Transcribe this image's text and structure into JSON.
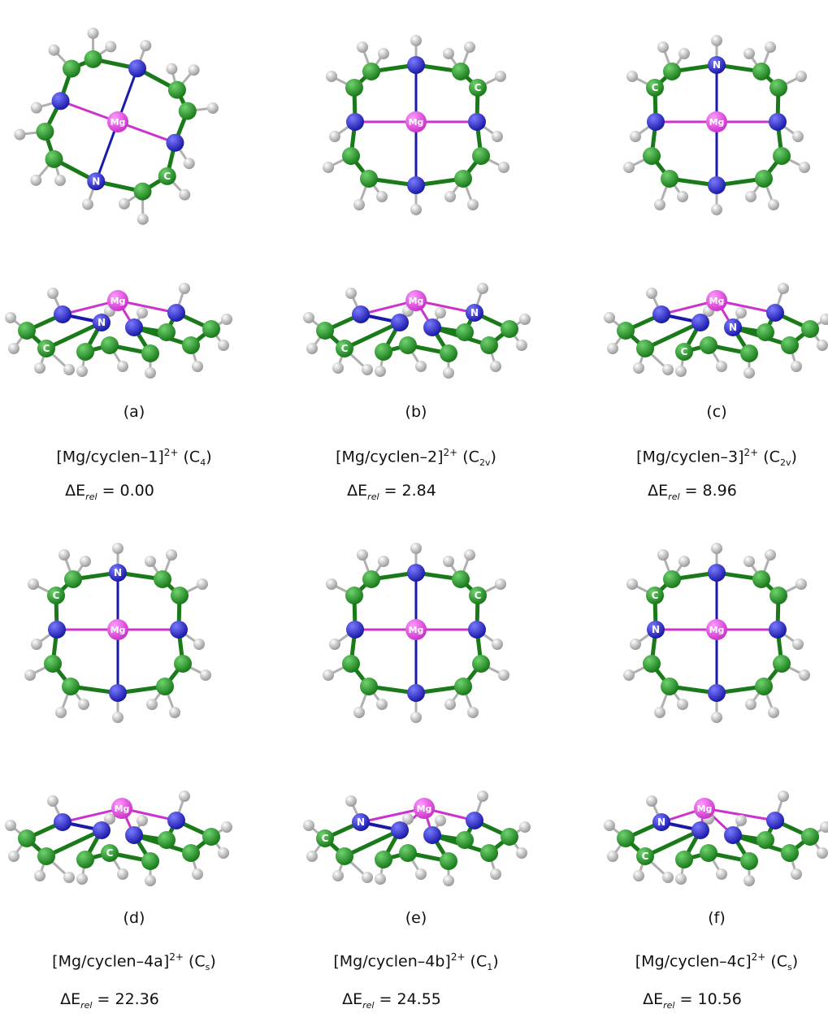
{
  "structures": [
    {
      "letter": "(a)",
      "name": "[Mg/cyclen–1]",
      "charge": "2+",
      "sym_main": "C",
      "sym_sub": "4",
      "energy": "0.00"
    },
    {
      "letter": "(b)",
      "name": "[Mg/cyclen–2]",
      "charge": "2+",
      "sym_main": "C",
      "sym_sub": "2v",
      "energy": "2.84"
    },
    {
      "letter": "(c)",
      "name": "[Mg/cyclen–3]",
      "charge": "2+",
      "sym_main": "C",
      "sym_sub": "2v",
      "energy": "8.96"
    },
    {
      "letter": "(d)",
      "name": "[Mg/cyclen–4a]",
      "charge": "2+",
      "sym_main": "C",
      "sym_sub": "s",
      "energy": "22.36"
    },
    {
      "letter": "(e)",
      "name": "[Mg/cyclen–4b]",
      "charge": "2+",
      "sym_main": "C",
      "sym_sub": "1",
      "energy": "24.55"
    },
    {
      "letter": "(f)",
      "name": "[Mg/cyclen–4c]",
      "charge": "2+",
      "sym_main": "C",
      "sym_sub": "s",
      "energy": "10.56"
    }
  ],
  "energy_prefix": "ΔE",
  "energy_sub": "rel",
  "energy_eq": " = ",
  "atom_labels": {
    "mg": "Mg",
    "n": "N",
    "c": "C"
  },
  "colors": {
    "carbon": "#1a7a1a",
    "nitrogen": "#1a1aa8",
    "magnesium": "#cc33cc",
    "hydrogen": "#d8d8d8"
  }
}
